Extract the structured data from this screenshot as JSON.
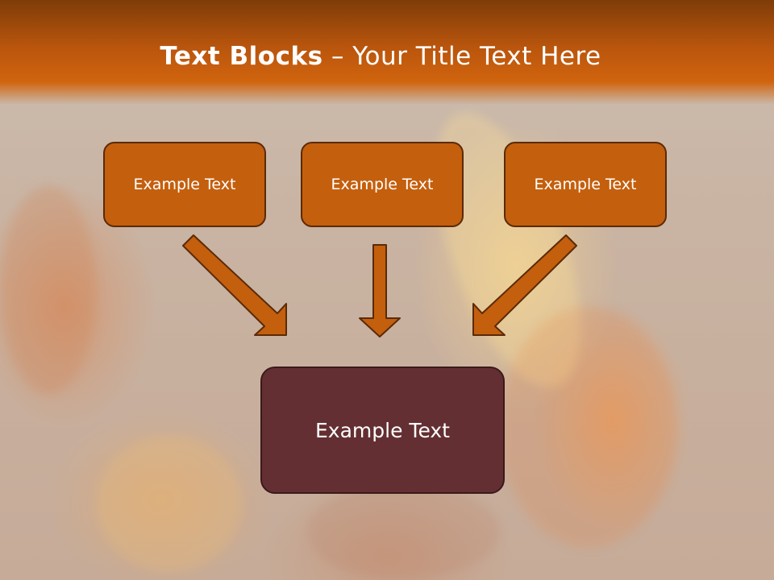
{
  "title": {
    "bold": "Text Blocks",
    "separator": " – ",
    "rest": "Your Title Text Here"
  },
  "blocks": {
    "top_left": "Example Text",
    "top_center": "Example Text",
    "top_right": "Example Text",
    "bottom": "Example Text"
  },
  "colors": {
    "accent": "#c45f0d",
    "main_box": "#642f32",
    "header_dark": "#7e3c08"
  }
}
